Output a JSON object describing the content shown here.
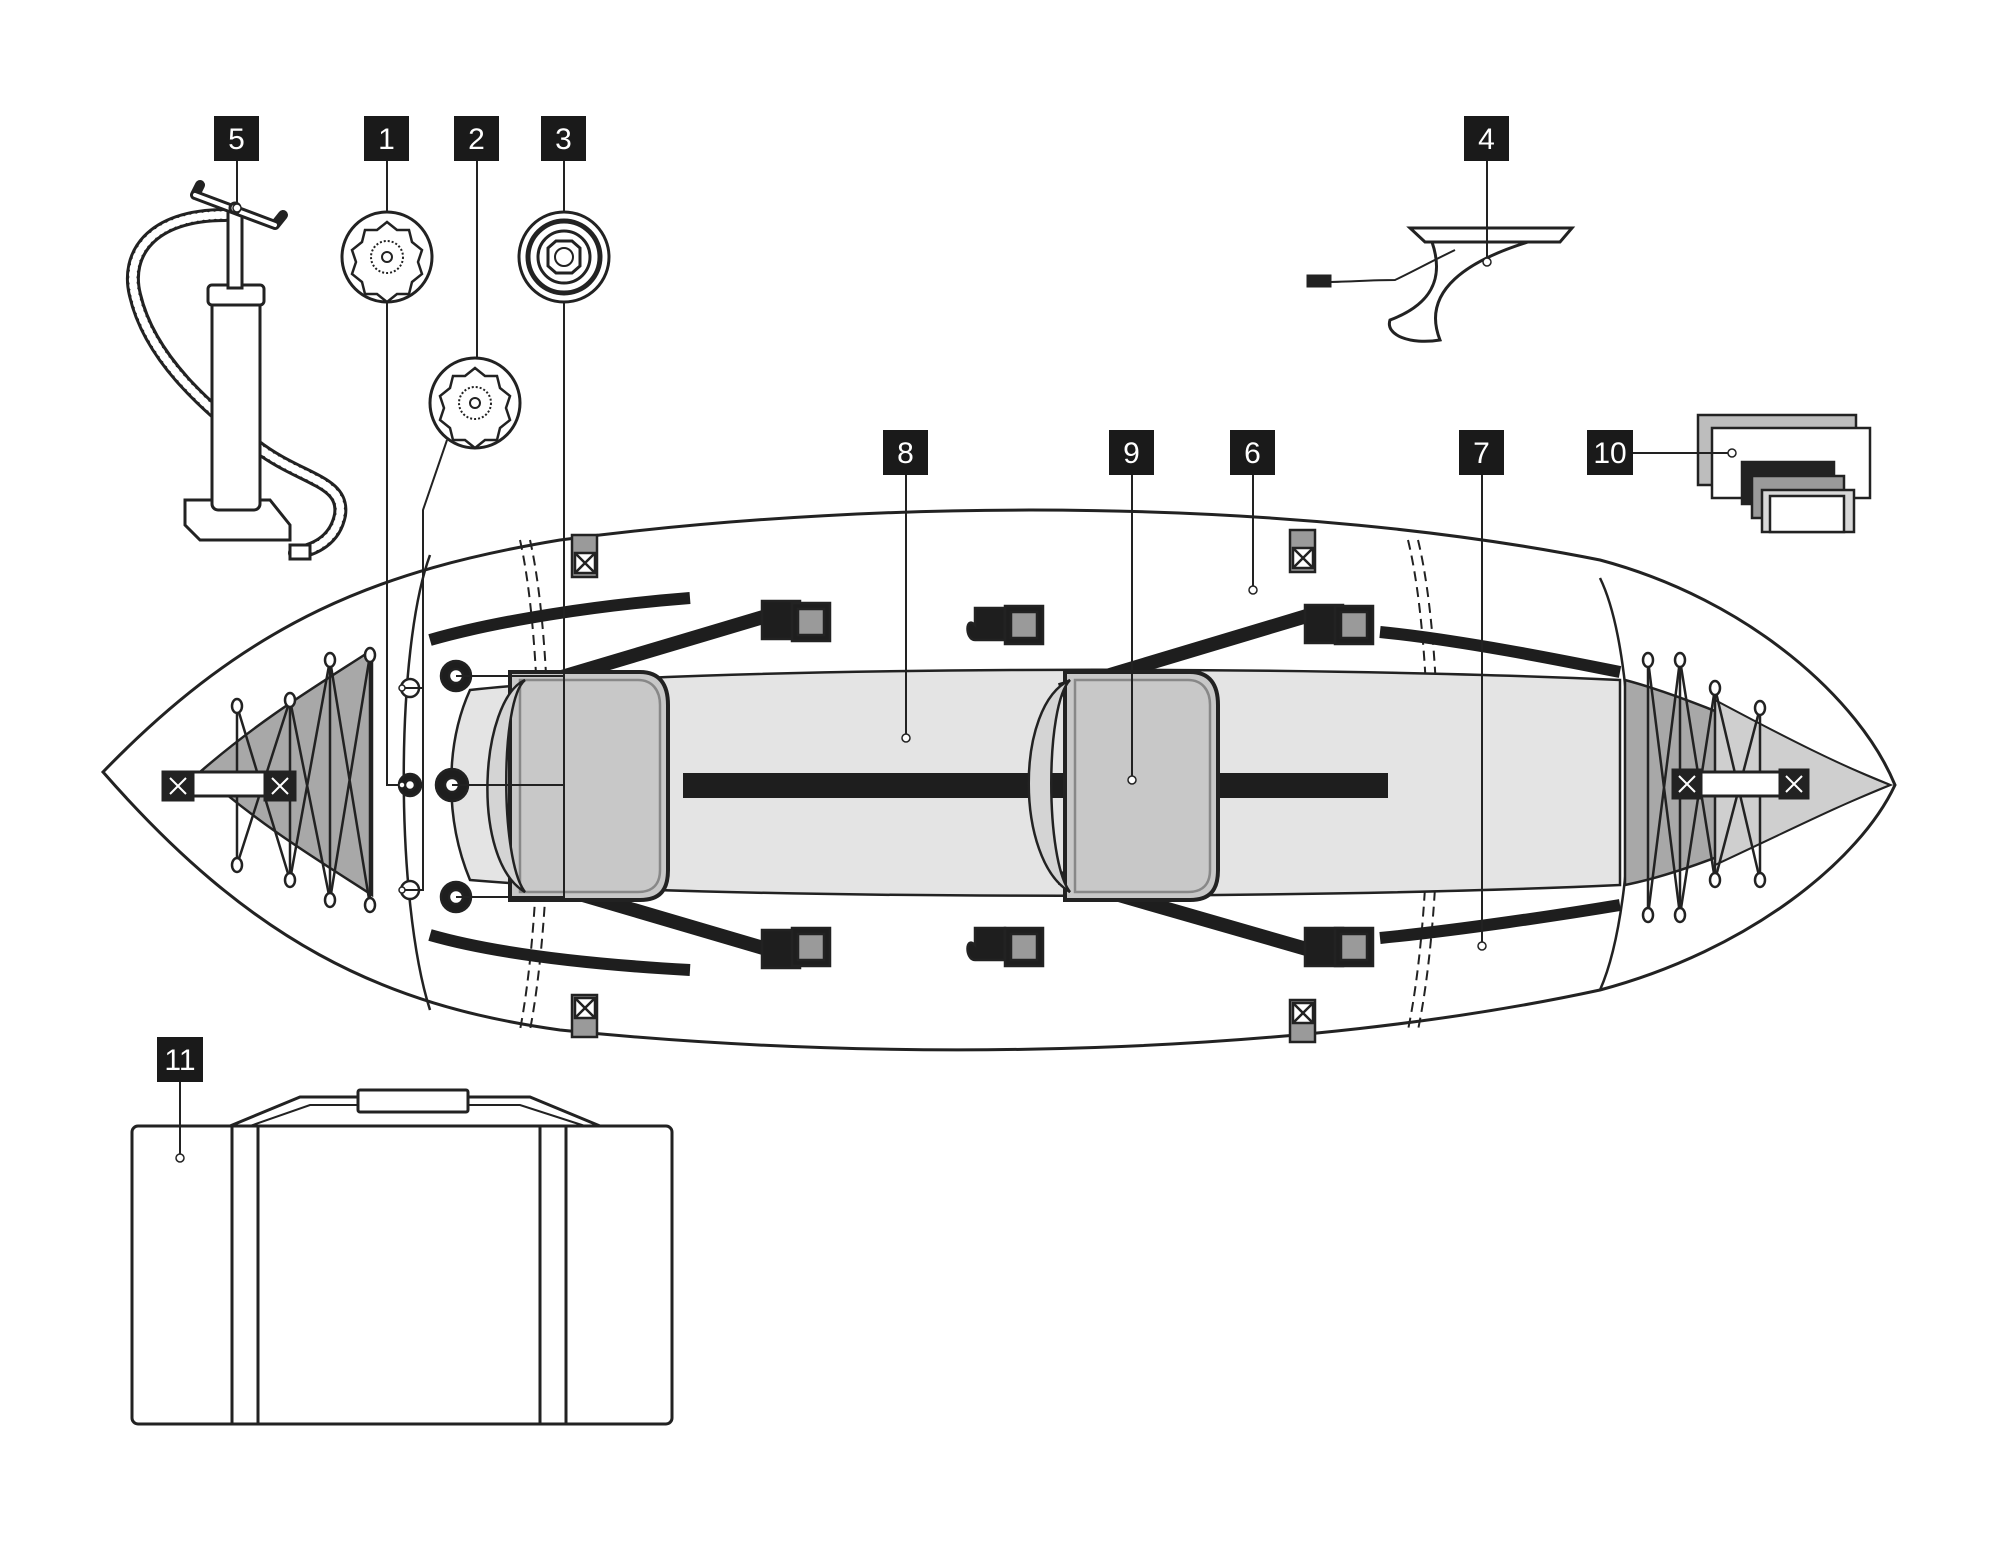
{
  "diagram": {
    "callouts": [
      {
        "id": "callout-5",
        "label": "5"
      },
      {
        "id": "callout-1",
        "label": "1"
      },
      {
        "id": "callout-2",
        "label": "2"
      },
      {
        "id": "callout-3",
        "label": "3"
      },
      {
        "id": "callout-4",
        "label": "4"
      },
      {
        "id": "callout-8",
        "label": "8"
      },
      {
        "id": "callout-9",
        "label": "9"
      },
      {
        "id": "callout-6",
        "label": "6"
      },
      {
        "id": "callout-7",
        "label": "7"
      },
      {
        "id": "callout-10",
        "label": "10"
      },
      {
        "id": "callout-11",
        "label": "11"
      }
    ],
    "colors": {
      "badge": "#1a1a1a",
      "outline": "#222222",
      "hull": "#ffffff",
      "floor": "#e4e4e4",
      "seat": "#c8c8c8",
      "end_panel": "#a8a8a8",
      "strap": "#1e1e1e"
    }
  }
}
